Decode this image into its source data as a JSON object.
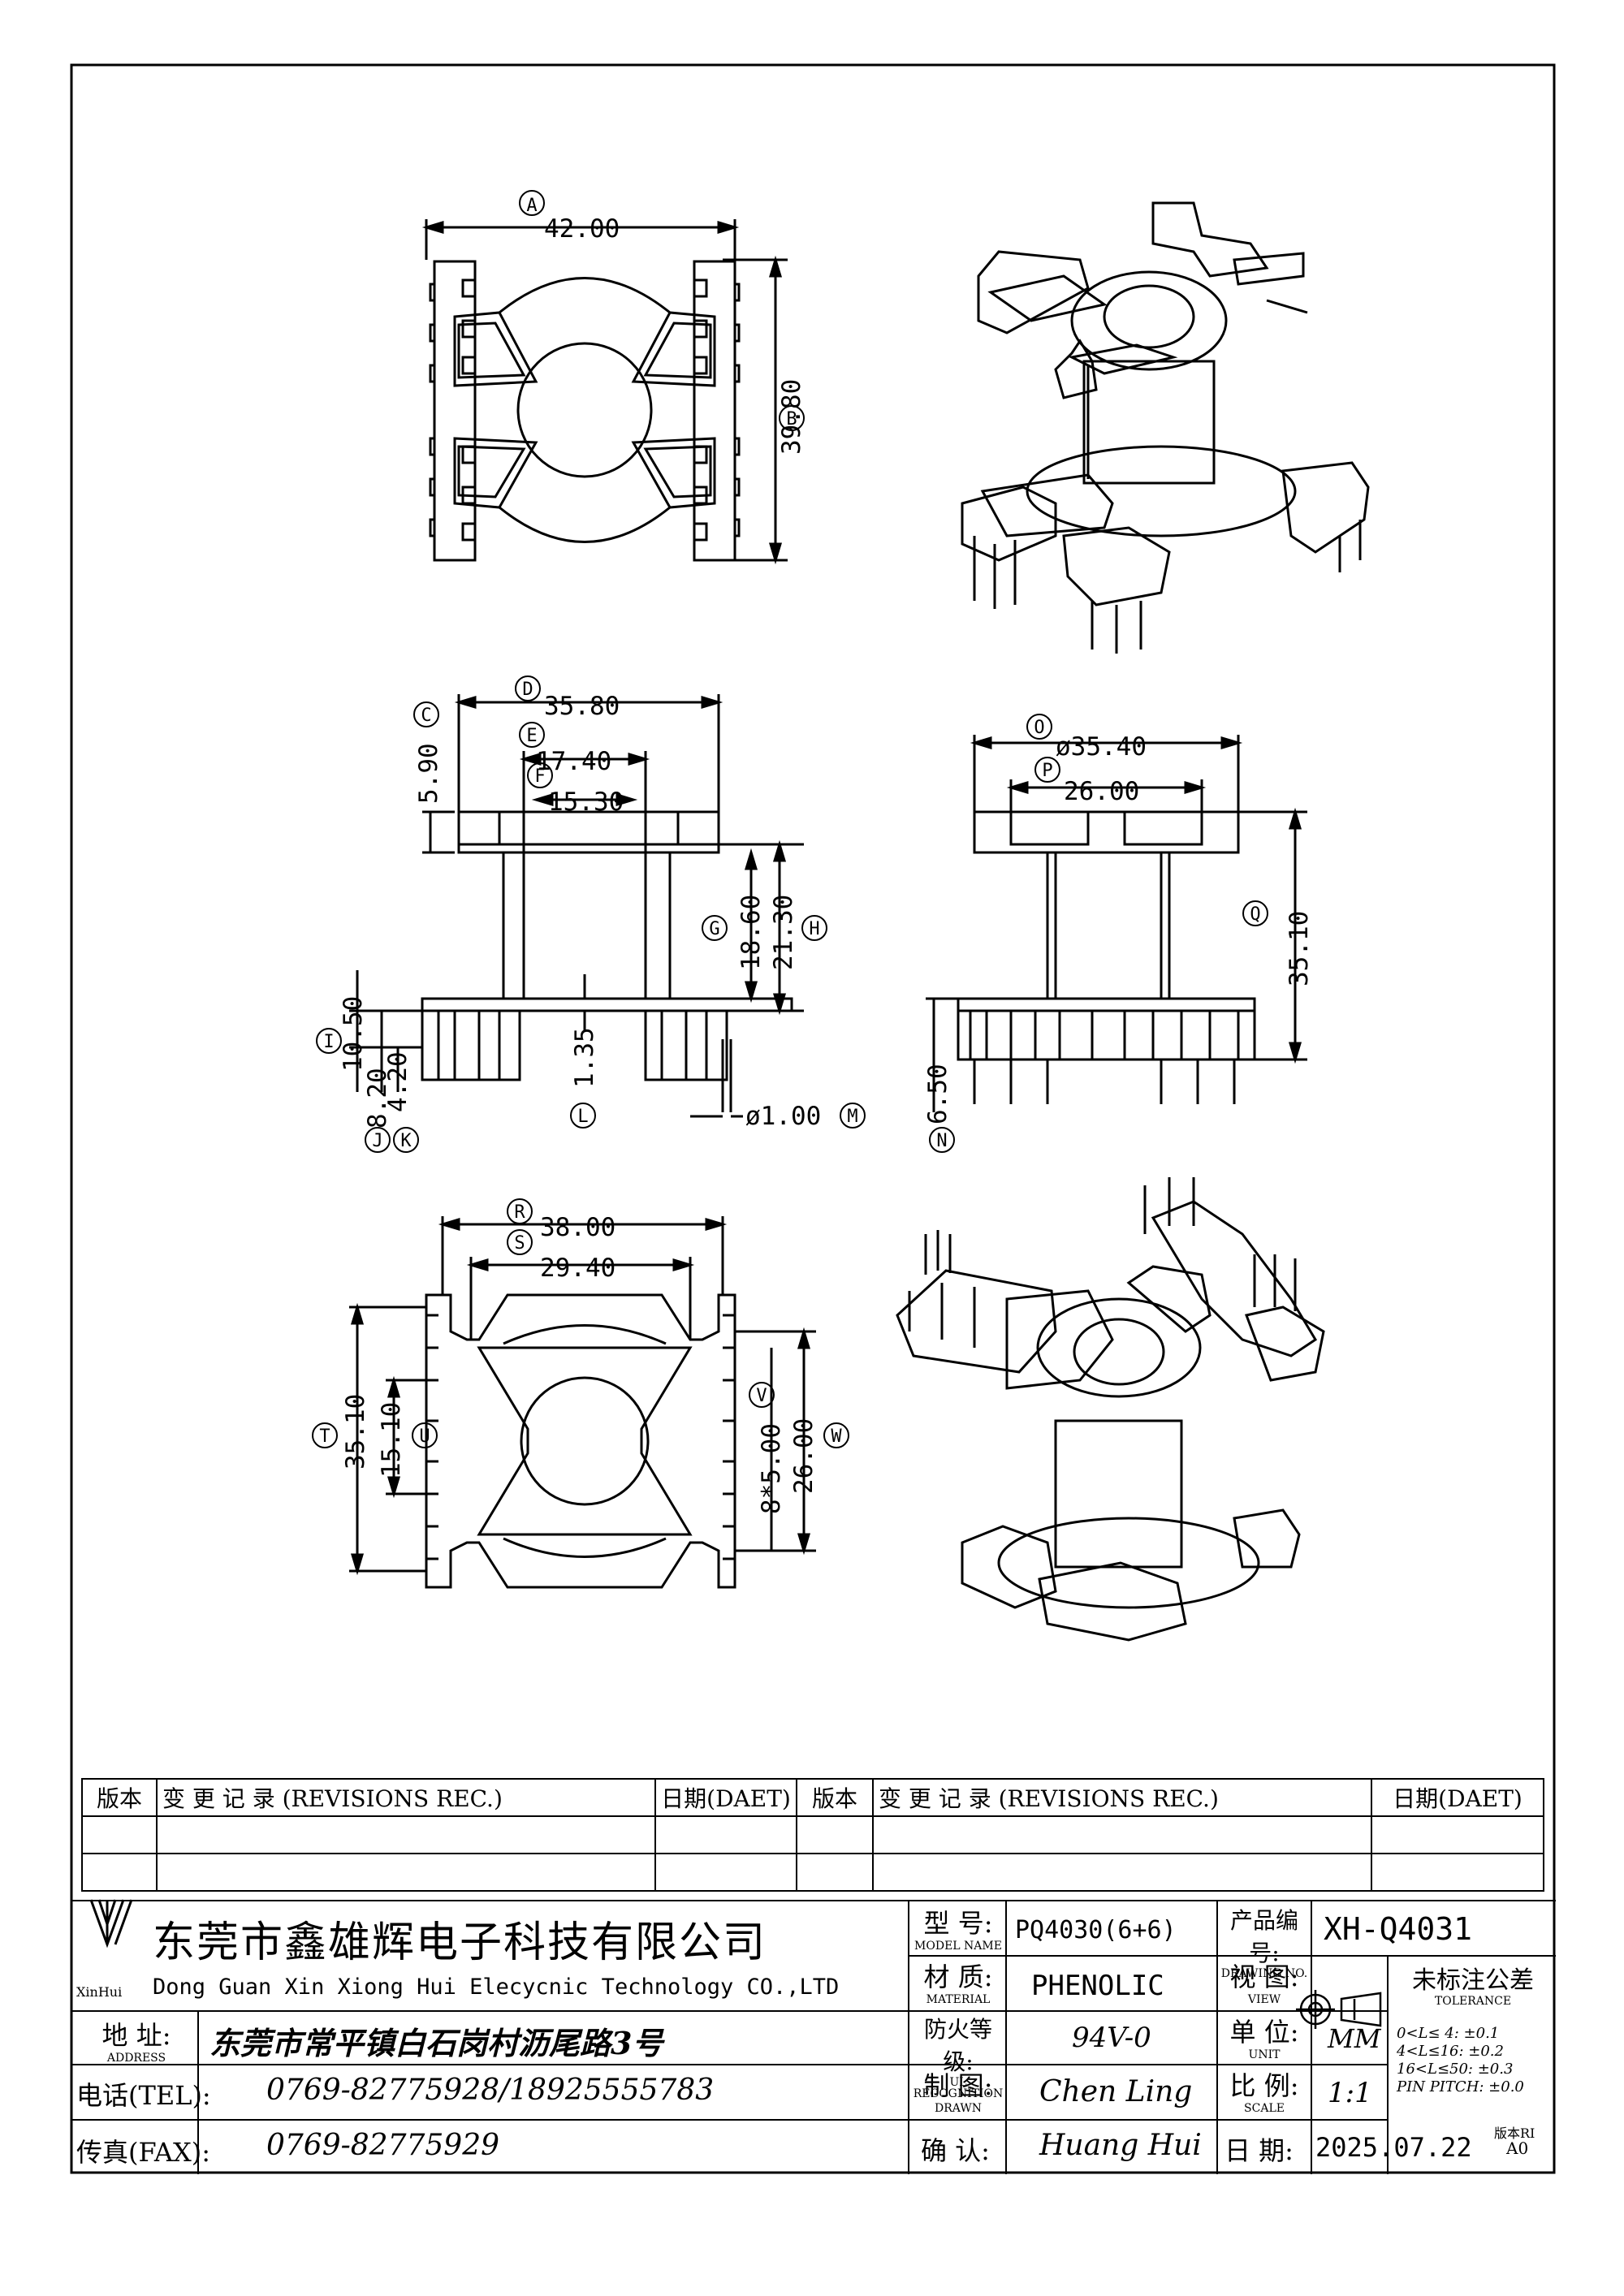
{
  "drawing": {
    "top_view_1": {
      "A": "A",
      "A_val": "42.00",
      "B": "B",
      "B_val": "39.80"
    },
    "front_view": {
      "C": "C",
      "C_val": "5.90",
      "D": "D",
      "D_val": "35.80",
      "E": "E",
      "E_val": "17.40",
      "F": "F",
      "F_val": "15.30",
      "G": "G",
      "G_val": "18.60",
      "H": "H",
      "H_val": "21.30",
      "I": "I",
      "I_val": "10.50",
      "J": "J",
      "J_val": "8.20",
      "K": "K",
      "K_val": "4.20",
      "L": "L",
      "L_val": "1.35",
      "M": "M",
      "M_val": "ø1.00"
    },
    "side_view": {
      "O": "O",
      "O_val": "ø35.40",
      "P": "P",
      "P_val": "26.00",
      "Q": "Q",
      "Q_val": "35.10",
      "N": "N",
      "N_val": "6.50"
    },
    "bottom_view": {
      "R": "R",
      "R_val": "38.00",
      "S": "S",
      "S_val": "29.40",
      "T": "T",
      "T_val": "35.10",
      "U": "U",
      "U_val": "15.10",
      "V": "V",
      "V_val": "8*5.00",
      "W": "W",
      "W_val": "26.00"
    }
  },
  "revisions": {
    "col_version": "版本",
    "col_record": "变 更 记 录 (REVISIONS REC.)",
    "col_date": "日期(DAET)"
  },
  "company": {
    "logo_text": "XinHui",
    "name_cn": "东莞市鑫雄辉电子科技有限公司",
    "name_en": "Dong Guan Xin Xiong Hui Elecycnic Technology CO.,LTD",
    "address_label": "地 址:",
    "address_label_en": "ADDRESS",
    "address": "东莞市常平镇白石岗村沥尾路3号",
    "tel_label": "电话(TEL):",
    "tel": "0769-82775928/18925555783",
    "fax_label": "传真(FAX):",
    "fax": "0769-82775929"
  },
  "title_block": {
    "model_label": "型 号:",
    "model_label_en": "MODEL NAME",
    "model": "PQ4030(6+6)",
    "material_label": "材 质:",
    "material_label_en": "MATERIAL",
    "material": "PHENOLIC",
    "ul_label": "防火等级:",
    "ul_label_en": "UL RECOGNITION",
    "ul": "94V-0",
    "drawn_label": "制 图:",
    "drawn_label_en": "DRAWN",
    "drawn": "Chen Ling",
    "check_label": "确 认:",
    "check": "Huang Hui",
    "drawing_no_label": "产品编号:",
    "drawing_no_label_en": "DRAWING NO.",
    "drawing_no": "XH-Q4031",
    "view_label": "视 图:",
    "view_label_en": "VIEW",
    "unit_label": "单 位:",
    "unit_label_en": "UNIT",
    "unit": "MM",
    "scale_label": "比 例:",
    "scale_label_en": "SCALE",
    "scale": "1:1",
    "date_label": "日 期:",
    "date": "2025.07.22",
    "tolerance_label": "未标注公差",
    "tolerance_label_en": "TOLERANCE",
    "tolerances": [
      "0<L≤ 4:  ±0.1",
      "4<L≤16:  ±0.2",
      "16<L≤50: ±0.3",
      "PIN PITCH: ±0.0"
    ],
    "rev_label": "版本RI",
    "rev": "A0"
  }
}
